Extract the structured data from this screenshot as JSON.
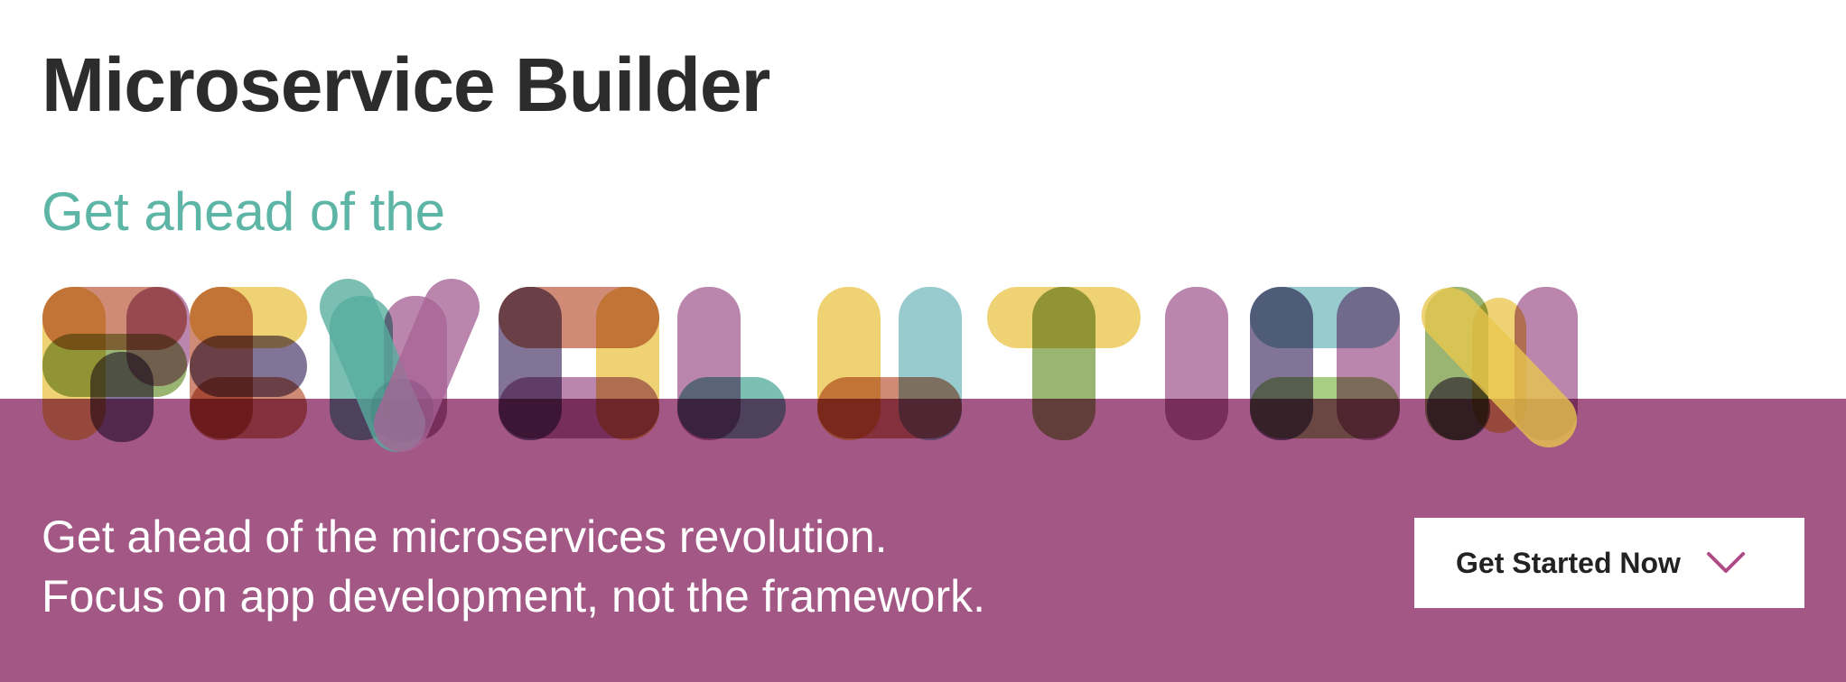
{
  "hero": {
    "title": "Microservice Builder",
    "kicker": "Get ahead of the",
    "word": "REVOLUTION",
    "tagline": [
      "Get ahead of the microservices revolution.",
      "Focus on app development, not the framework."
    ],
    "cta_label": "Get Started Now",
    "cta_icon": "chevron-down-icon"
  },
  "colors": {
    "band": "#a25784",
    "title": "#2c2c2c",
    "kicker": "#5db5a5",
    "cta_chevron": "#b04a86",
    "letter_palette": [
      "#e9c64d",
      "#a86496",
      "#56ad9e",
      "#c36a4f",
      "#7e9f49",
      "#5f4d7a",
      "#7bbcc0",
      "#8fc060"
    ]
  }
}
